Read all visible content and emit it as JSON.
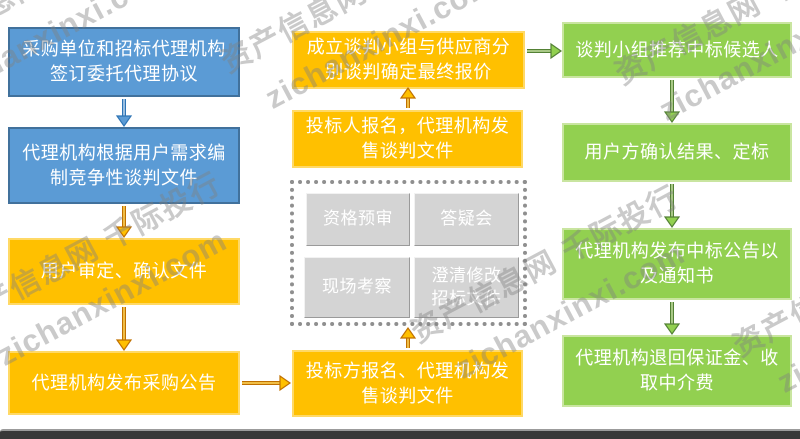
{
  "watermark": {
    "line_cn": "资产信息网 千际投行",
    "line_en": "zichanxinxi.com"
  },
  "colors": {
    "blue_fill": "#5B9BD5",
    "blue_border": "#41719C",
    "orange_fill": "#FFC000",
    "orange_border": "#FFD966",
    "green_fill": "#92D050",
    "green_border": "#C9E5A0",
    "gray_fill": "#D4D4D4",
    "text": "#FFFFFF"
  },
  "flow": {
    "left": [
      {
        "label": "采购单位和招标代理机构\n签订委托代理协议"
      },
      {
        "label": "代理机构根据用户需求编\n制竞争性谈判文件"
      },
      {
        "label": "用户审定、确认文件"
      },
      {
        "label": "代理机构发布采购公告"
      }
    ],
    "middle": {
      "final_offer": "成立谈判小组与供应商分\n别谈判确定最终报价",
      "signup_sale": "投标人报名，代理机构发\n售谈判文件",
      "review_items": [
        "资格预审",
        "答疑会",
        "现场考察",
        "澄清修改\n招标文件"
      ],
      "bid_signup": "投标方报名、代理机构发\n售谈判文件"
    },
    "right": [
      {
        "label": "谈判小组推荐中标候选人"
      },
      {
        "label": "用户方确认结果、定标"
      },
      {
        "label": "代理机构发布中标公告以\n及通知书"
      },
      {
        "label": "代理机构退回保证金、收\n取中介费"
      }
    ]
  }
}
